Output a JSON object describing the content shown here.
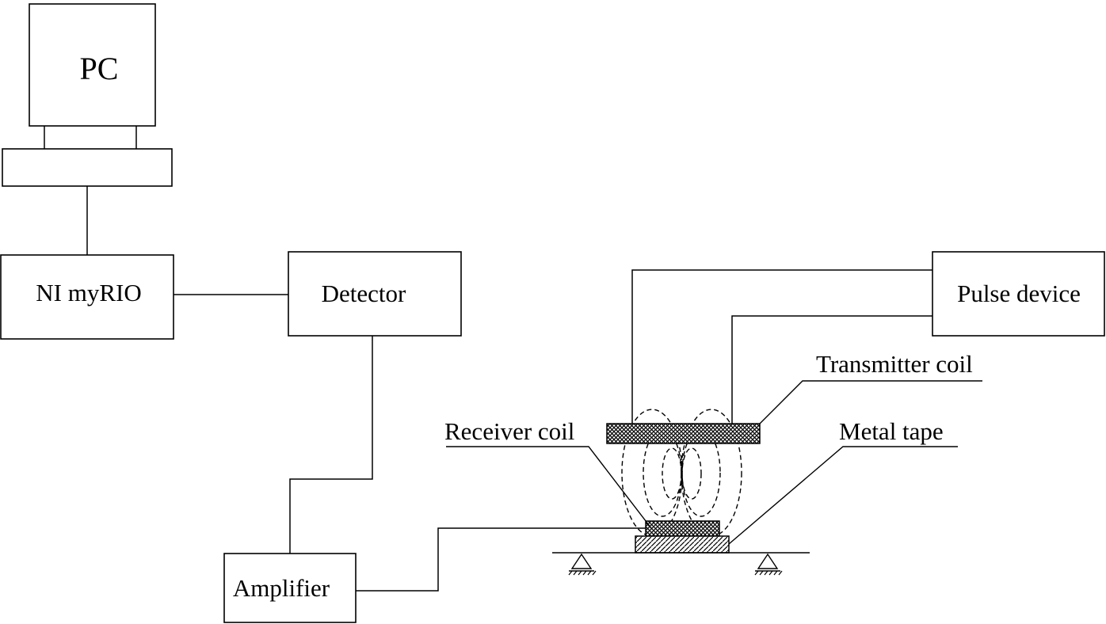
{
  "labels": {
    "pc": "PC",
    "myrio": "NI myRIO",
    "detector": "Detector",
    "amplifier": "Amplifier",
    "pulse_device": "Pulse device",
    "transmitter_coil": "Transmitter coil",
    "receiver_coil": "Receiver coil",
    "metal_tape": "Metal tape"
  }
}
